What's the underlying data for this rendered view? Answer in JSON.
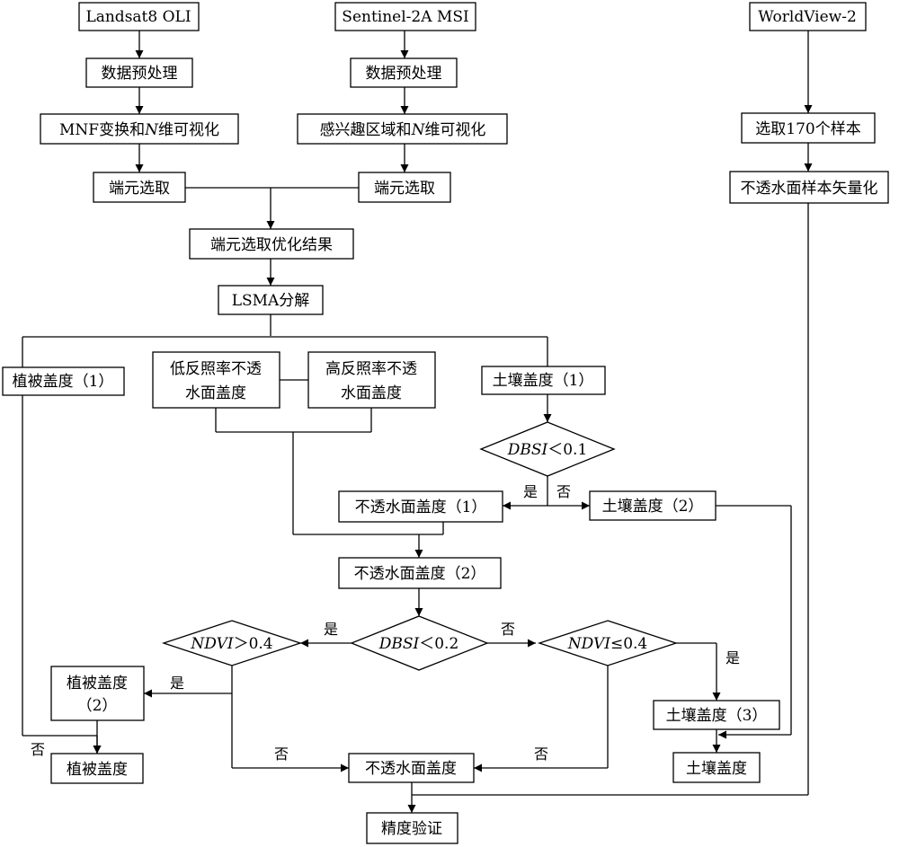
{
  "nodes": {
    "landsat": "Landsat8 OLI",
    "sentinel": "Sentinel-2A MSI",
    "worldview": "WorldView-2",
    "pre_l": "数据预处理",
    "pre_s": "数据预处理",
    "mnf": {
      "pre": "MNF变换和",
      "it": "N",
      "post": "维可视化"
    },
    "roi": {
      "pre": "感兴趣区域和",
      "it": "N",
      "post": "维可视化"
    },
    "em_l": "端元选取",
    "em_s": "端元选取",
    "sample": "选取170个样本",
    "vector": "不透水面样本矢量化",
    "em_opt": "端元选取优化结果",
    "lsma": "LSMA分解",
    "veg1": "植被盖度（1）",
    "low_1": "低反照率不透",
    "low_2": "水面盖度",
    "high_1": "高反照率不透",
    "high_2": "水面盖度",
    "soil1": "土壤盖度（1）",
    "dbsi01": {
      "it": "DBSI",
      "post": "＜0.1"
    },
    "imp1": "不透水面盖度（1）",
    "soil2": "土壤盖度（2）",
    "imp2": "不透水面盖度（2）",
    "ndvi04a": {
      "it": "NDVI",
      "post": "＞0.4"
    },
    "dbsi02": {
      "it": "DBSI",
      "post": "＜0.2"
    },
    "ndvi04b": {
      "it": "NDVI",
      "post": "≤0.4"
    },
    "veg2_1": "植被盖度",
    "veg2_2": "（2）",
    "soil3": "土壤盖度（3）",
    "veg_final": "植被盖度",
    "imp_final": "不透水面盖度",
    "soil_final": "土壤盖度",
    "accuracy": "精度验证"
  },
  "edge_labels": {
    "yes": "是",
    "no": "否"
  }
}
